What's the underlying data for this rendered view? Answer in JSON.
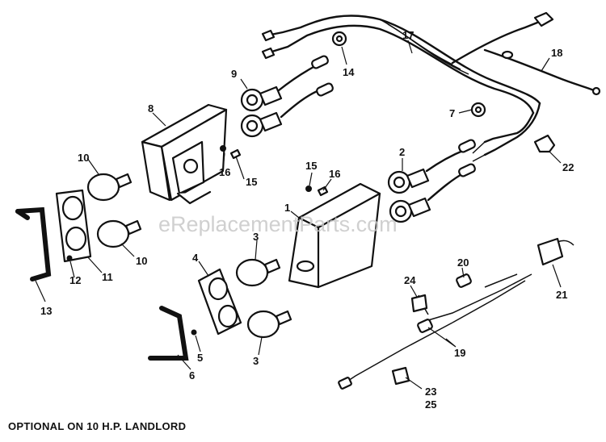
{
  "watermark": "eReplacementParts.com",
  "caption": "OPTIONAL ON 10 H.P. LANDLORD",
  "callouts": {
    "c1": "1",
    "c2": "2",
    "c3a": "3",
    "c3b": "3",
    "c4": "4",
    "c5": "5",
    "c6": "6",
    "c7": "7",
    "c8": "8",
    "c9": "9",
    "c10a": "10",
    "c10b": "10",
    "c11": "11",
    "c12": "12",
    "c13": "13",
    "c14": "14",
    "c15a": "15",
    "c15b": "15",
    "c16a": "16",
    "c16b": "16",
    "c17": "17",
    "c18": "18",
    "c19": "19",
    "c20": "20",
    "c21": "21",
    "c22": "22",
    "c23": "23",
    "c24": "24",
    "c25": "25"
  }
}
